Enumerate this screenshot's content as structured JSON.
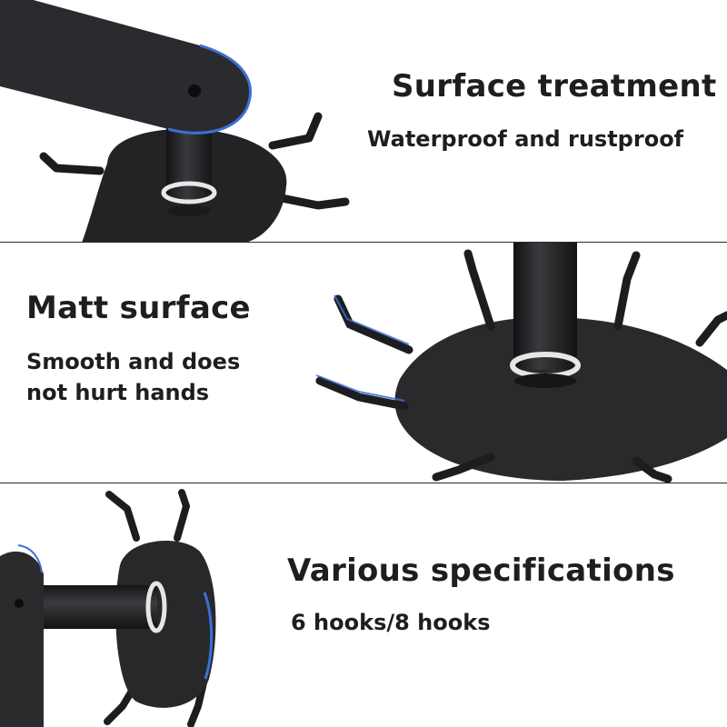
{
  "sections": [
    {
      "title": "Surface treatment",
      "subtitle": "Waterproof and rustproof"
    },
    {
      "title": "Matt surface",
      "subtitle_lines": [
        "Smooth and does",
        "not hurt hands"
      ]
    },
    {
      "title": "Various specifications",
      "subtitle": "6 hooks/8 hooks"
    }
  ],
  "colors": {
    "metal": "#2f2f33",
    "metal_dark": "#1c1c1f",
    "edge_highlight": "#3d6fd6",
    "divider": "#2a2a2a",
    "text": "#1e1e1e"
  }
}
